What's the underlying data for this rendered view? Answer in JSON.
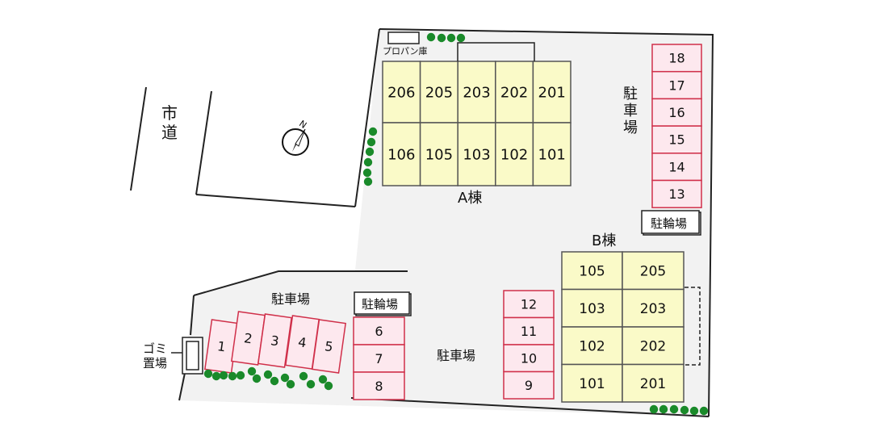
{
  "colors": {
    "unit_fill": "#fafac8",
    "unit_stroke": "#555555",
    "parking_fill": "#fde8ee",
    "parking_stroke": "#d0304a",
    "tree": "#1a8a2a",
    "ground": "#f2f2f2"
  },
  "labels": {
    "city_road": "市\n道",
    "compass": "N",
    "propane": "プロパン庫",
    "building_a": "A棟",
    "building_b": "B棟",
    "parking_top_right": "駐\n車\n場",
    "parking_left": "駐車場",
    "parking_center": "駐車場",
    "bicycle_right": "駐輪場",
    "bicycle_left": "駐輪場",
    "garbage": "ゴミ\n置場"
  },
  "building_a": {
    "top_row": [
      "206",
      "205",
      "203",
      "202",
      "201"
    ],
    "bottom_row": [
      "106",
      "105",
      "103",
      "102",
      "101"
    ]
  },
  "building_b": {
    "left_col": [
      "105",
      "103",
      "102",
      "101"
    ],
    "right_col": [
      "205",
      "203",
      "202",
      "201"
    ]
  },
  "parking": {
    "right_column": [
      "18",
      "17",
      "16",
      "15",
      "14",
      "13"
    ],
    "left_row": [
      "1",
      "2",
      "3",
      "4",
      "5"
    ],
    "left_column": [
      "6",
      "7",
      "8"
    ],
    "center_column": [
      "12",
      "11",
      "10",
      "9"
    ]
  }
}
